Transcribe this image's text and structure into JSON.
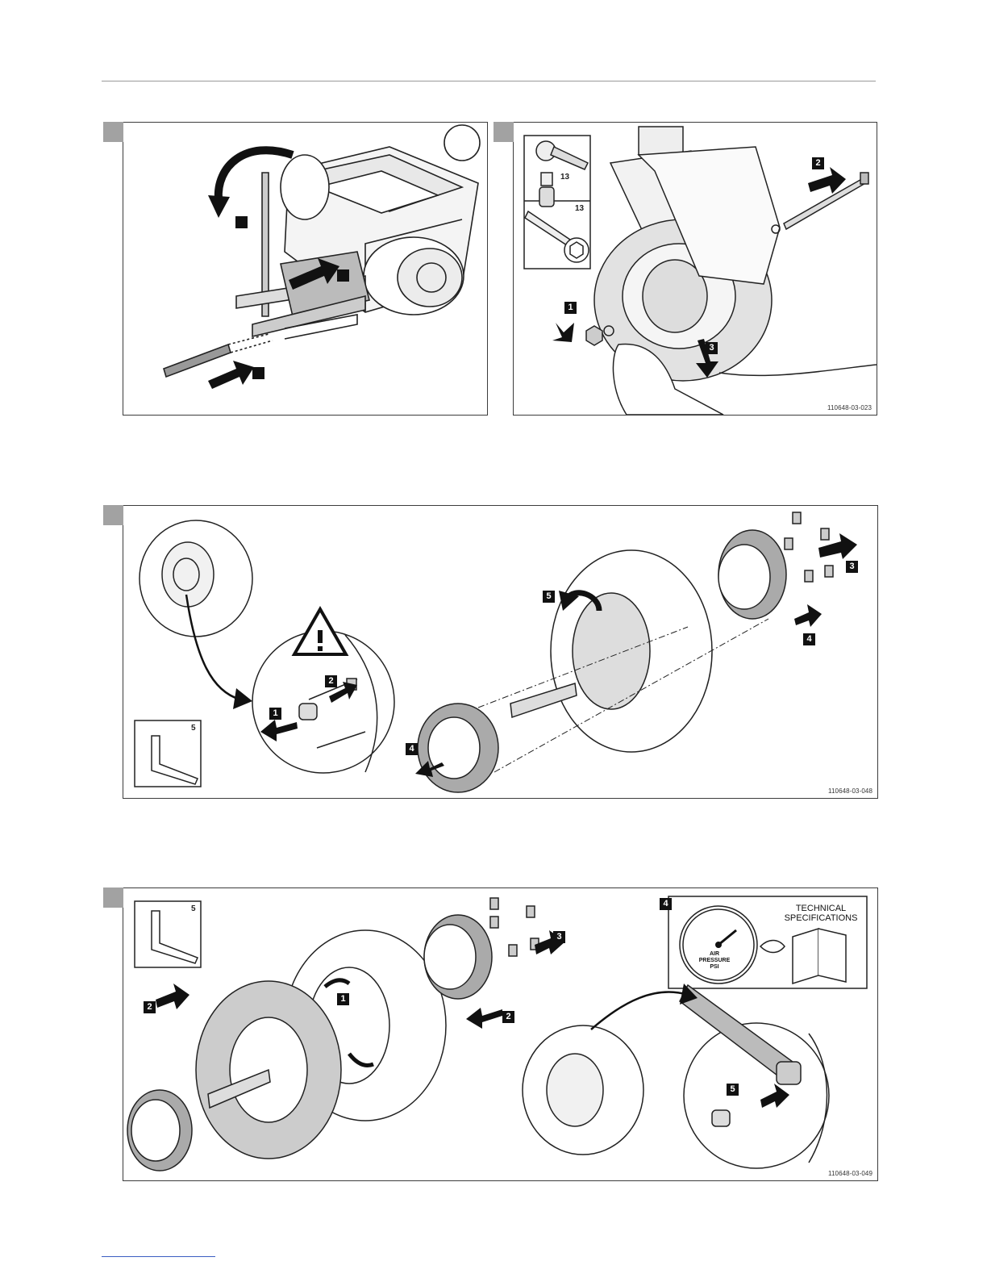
{
  "figures": [
    {
      "id": "fig-1",
      "code": ""
    },
    {
      "id": "fig-2",
      "code": "110648-03-023"
    },
    {
      "id": "fig-3",
      "code": "110648-03-048"
    },
    {
      "id": "fig-4",
      "code": "110648-03-049"
    }
  ],
  "fig2": {
    "tool_sizes": [
      "13",
      "13"
    ],
    "steps": [
      "1",
      "2",
      "3"
    ]
  },
  "fig3": {
    "tool_size": "5",
    "steps": [
      "1",
      "2",
      "3",
      "4",
      "4",
      "5"
    ]
  },
  "fig4": {
    "tool_size": "5",
    "steps": [
      "1",
      "2",
      "2",
      "3",
      "4",
      "5"
    ],
    "spec_title": "TECHNICAL SPECIFICATIONS",
    "gauge_label": "AIR PRESSURE PSI"
  }
}
